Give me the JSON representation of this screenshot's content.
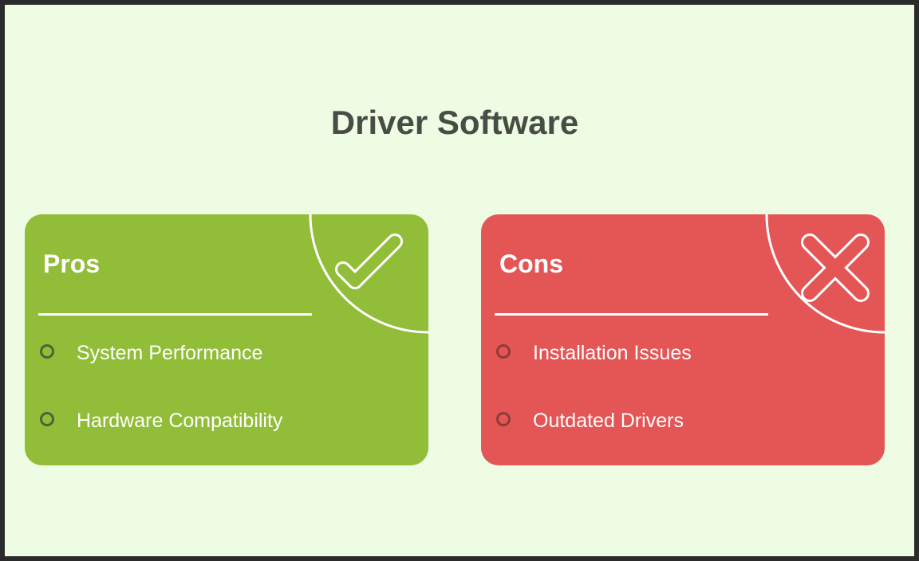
{
  "title": "Driver Software",
  "colors": {
    "background": "#eefce4",
    "pros": "#92bd38",
    "cons": "#e45656",
    "title": "#474c44"
  },
  "pros": {
    "heading": "Pros",
    "icon": "checkmark-icon",
    "items": [
      "System Performance",
      "Hardware Compatibility"
    ]
  },
  "cons": {
    "heading": "Cons",
    "icon": "cross-icon",
    "items": [
      "Installation Issues",
      "Outdated Drivers"
    ]
  }
}
